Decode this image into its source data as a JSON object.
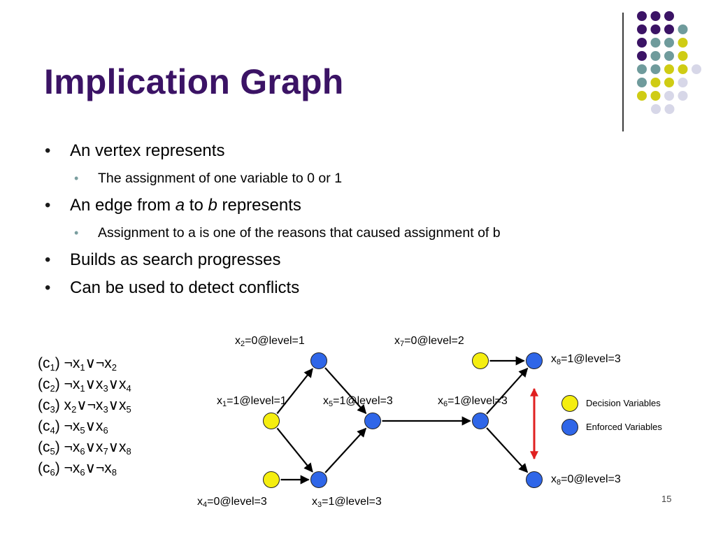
{
  "slide": {
    "title": "Implication Graph",
    "page_number": "15"
  },
  "bullets": [
    {
      "level": 1,
      "segments": [
        {
          "t": "An vertex represents"
        }
      ]
    },
    {
      "level": 2,
      "segments": [
        {
          "t": "The assignment of one variable to 0 or 1"
        }
      ]
    },
    {
      "level": 1,
      "segments": [
        {
          "t": "An edge from "
        },
        {
          "t": "a",
          "i": true
        },
        {
          "t": " to "
        },
        {
          "t": "b",
          "i": true
        },
        {
          "t": " represents"
        }
      ]
    },
    {
      "level": 2,
      "segments": [
        {
          "t": "Assignment to a is one of the reasons that caused assignment of b"
        }
      ]
    },
    {
      "level": 1,
      "segments": [
        {
          "t": "Builds as search progresses"
        }
      ]
    },
    {
      "level": 1,
      "segments": [
        {
          "t": "Can be used to detect conflicts"
        }
      ]
    }
  ],
  "clauses": [
    [
      {
        "t": "(c"
      },
      {
        "s": "1"
      },
      {
        "t": ") ¬x"
      },
      {
        "s": "1"
      },
      {
        "t": "∨¬x"
      },
      {
        "s": "2"
      }
    ],
    [
      {
        "t": "(c"
      },
      {
        "s": "2"
      },
      {
        "t": ") ¬x"
      },
      {
        "s": "1"
      },
      {
        "t": "∨x"
      },
      {
        "s": "3"
      },
      {
        "t": "∨x"
      },
      {
        "s": "4"
      }
    ],
    [
      {
        "t": "(c"
      },
      {
        "s": "3"
      },
      {
        "t": ") x"
      },
      {
        "s": "2"
      },
      {
        "t": "∨¬x"
      },
      {
        "s": "3"
      },
      {
        "t": "∨x"
      },
      {
        "s": "5"
      }
    ],
    [
      {
        "t": "(c"
      },
      {
        "s": "4"
      },
      {
        "t": ") ¬x"
      },
      {
        "s": "5"
      },
      {
        "t": "∨x"
      },
      {
        "s": "6"
      }
    ],
    [
      {
        "t": "(c"
      },
      {
        "s": "5"
      },
      {
        "t": ") ¬x"
      },
      {
        "s": "6"
      },
      {
        "t": "∨x"
      },
      {
        "s": "7"
      },
      {
        "t": "∨x"
      },
      {
        "s": "8"
      }
    ],
    [
      {
        "t": "(c"
      },
      {
        "s": "6"
      },
      {
        "t": ") ¬x"
      },
      {
        "s": "6"
      },
      {
        "t": "∨¬x"
      },
      {
        "s": "8"
      }
    ]
  ],
  "graph": {
    "node_types": {
      "decision": {
        "color": "#f5ee10"
      },
      "enforced": {
        "color": "#2f66e8"
      }
    },
    "nodes": [
      {
        "id": "x1",
        "type": "decision",
        "label": [
          {
            "t": "x"
          },
          {
            "s": "1"
          },
          {
            "t": "=1@level=1"
          }
        ]
      },
      {
        "id": "x2",
        "type": "enforced",
        "label": [
          {
            "t": "x"
          },
          {
            "s": "2"
          },
          {
            "t": "=0@level=1"
          }
        ]
      },
      {
        "id": "x3",
        "type": "enforced",
        "label": [
          {
            "t": "x"
          },
          {
            "s": "3"
          },
          {
            "t": "=1@level=3"
          }
        ]
      },
      {
        "id": "x4",
        "type": "decision",
        "label": [
          {
            "t": "x"
          },
          {
            "s": "4"
          },
          {
            "t": "=0@level=3"
          }
        ]
      },
      {
        "id": "x5",
        "type": "enforced",
        "label": [
          {
            "t": "x"
          },
          {
            "s": "5"
          },
          {
            "t": "=1@level=3"
          }
        ]
      },
      {
        "id": "x6",
        "type": "enforced",
        "label": [
          {
            "t": "x"
          },
          {
            "s": "6"
          },
          {
            "t": "=1@level=3"
          }
        ]
      },
      {
        "id": "x7",
        "type": "decision",
        "label": [
          {
            "t": "x"
          },
          {
            "s": "7"
          },
          {
            "t": "=0@level=2"
          }
        ]
      },
      {
        "id": "x8a",
        "type": "enforced",
        "label": [
          {
            "t": "x"
          },
          {
            "s": "8"
          },
          {
            "t": "=1@level=3"
          }
        ]
      },
      {
        "id": "x8b",
        "type": "enforced",
        "label": [
          {
            "t": "x"
          },
          {
            "s": "8"
          },
          {
            "t": "=0@level=3"
          }
        ]
      }
    ],
    "edges": [
      {
        "from": "x1",
        "to": "x2"
      },
      {
        "from": "x1",
        "to": "x3"
      },
      {
        "from": "x4",
        "to": "x3"
      },
      {
        "from": "x2",
        "to": "x5"
      },
      {
        "from": "x3",
        "to": "x5"
      },
      {
        "from": "x5",
        "to": "x6"
      },
      {
        "from": "x6",
        "to": "x8a"
      },
      {
        "from": "x7",
        "to": "x8a"
      },
      {
        "from": "x6",
        "to": "x8b"
      }
    ],
    "conflict": {
      "between": [
        "x8a",
        "x8b"
      ],
      "color": "#e02020"
    },
    "legend": [
      {
        "type": "decision",
        "label": "Decision Variables"
      },
      {
        "type": "enforced",
        "label": "Enforced Variables"
      }
    ]
  },
  "decor": {
    "dot_colors": {
      "purple": "#3b1365",
      "teal": "#6f9b9c",
      "yellow": "#cfcc14",
      "lavender": "#d7d7e8"
    },
    "dot_rows": [
      [
        "purple",
        "purple",
        "purple"
      ],
      [
        "purple",
        "purple",
        "purple",
        "teal"
      ],
      [
        "purple",
        "teal",
        "teal",
        "yellow"
      ],
      [
        "purple",
        "teal",
        "teal",
        "yellow"
      ],
      [
        "teal",
        "teal",
        "yellow",
        "yellow",
        "lavender"
      ],
      [
        "teal",
        "yellow",
        "yellow",
        "lavender"
      ],
      [
        "yellow",
        "yellow",
        "lavender",
        "lavender"
      ],
      [
        "lavender",
        "lavender"
      ]
    ]
  }
}
